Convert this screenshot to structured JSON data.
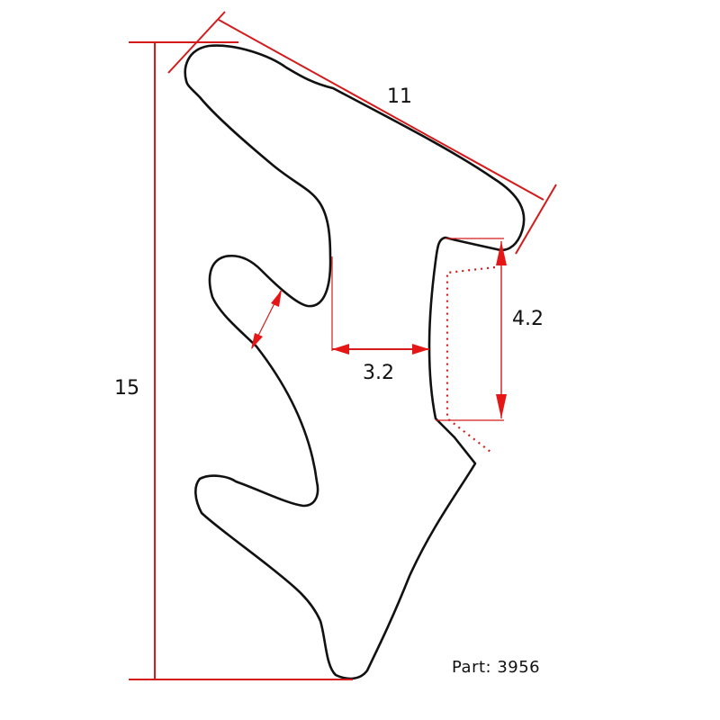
{
  "drawing": {
    "type": "seal profile cross-section",
    "colors": {
      "outline": "#111111",
      "dimension": "#d41a1a",
      "background": "#ffffff"
    }
  },
  "dimensions": {
    "width_top": {
      "value": "11",
      "orientation": "diagonal"
    },
    "height_total": {
      "value": "15",
      "orientation": "vertical"
    },
    "gap": {
      "value": "3.2",
      "orientation": "horizontal"
    },
    "slot_depth": {
      "value": "4.2",
      "orientation": "vertical"
    }
  },
  "part": {
    "label": "Part: 3956"
  }
}
